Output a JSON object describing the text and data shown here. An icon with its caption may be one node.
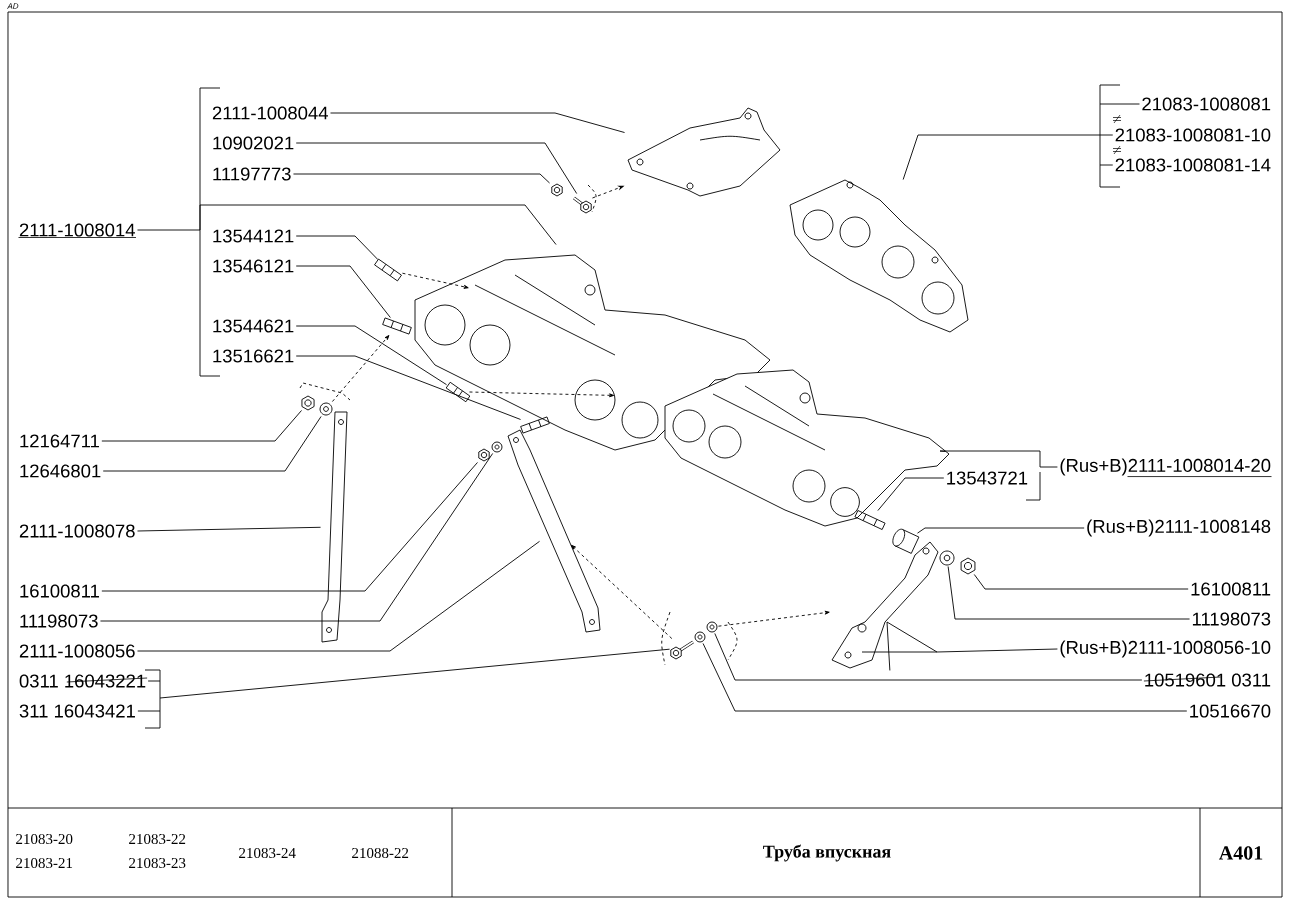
{
  "diagram": {
    "nodes": [
      {
        "text": [
          "2111-1008044"
        ]
      },
      {
        "text": [
          "10902021"
        ]
      },
      {
        "text": [
          "11197773"
        ]
      },
      {
        "text": [
          "2111-1008014"
        ]
      },
      {
        "text": [
          "13544121"
        ]
      },
      {
        "text": [
          "13546121"
        ]
      },
      {
        "text": [
          "13544621"
        ]
      },
      {
        "text": [
          "13516621"
        ]
      },
      {
        "text": [
          "12164711"
        ]
      },
      {
        "text": [
          "12646801"
        ]
      },
      {
        "text": [
          "2111-1008078"
        ]
      },
      {
        "text": [
          "16100811"
        ]
      },
      {
        "text": [
          "11198073"
        ]
      },
      {
        "text": [
          "2111-1008056"
        ]
      },
      {
        "text": [
          "0311 16043221"
        ]
      },
      {
        "text": [
          "311 16043421"
        ]
      },
      {
        "text": [
          "21083-1008081"
        ]
      },
      {
        "text": [
          "21083-1008081-10"
        ]
      },
      {
        "text": [
          "21083-1008081-14"
        ]
      },
      {
        "text": [
          "13543721"
        ]
      },
      {
        "text": [
          "(Rus+B)2111-1008014-20"
        ]
      },
      {
        "text": [
          "(Rus+B)2111-1008148"
        ]
      },
      {
        "text": [
          "16100811"
        ]
      },
      {
        "text": [
          "11198073"
        ]
      },
      {
        "text": [
          "(Rus+B)2111-1008056-10"
        ]
      },
      {
        "text": [
          "10519601 0311"
        ]
      },
      {
        "text": [
          "10516670"
        ]
      },
      {
        "text": [],
        "shape": "picture"
      },
      {
        "text": [],
        "shape": "picture"
      },
      {
        "text": [],
        "shape": "picture"
      },
      {
        "text": [],
        "shape": "picture"
      },
      {
        "text": [],
        "shape": "picture"
      },
      {
        "text": [],
        "shape": "picture"
      },
      {
        "text": [],
        "shape": "picture"
      },
      {
        "text": [],
        "shape": "picture"
      },
      {
        "text": [],
        "shape": "picture"
      },
      {
        "text": [],
        "shape": "picture"
      },
      {
        "text": [],
        "shape": "picture"
      },
      {
        "text": [],
        "shape": "picture"
      },
      {
        "text": [],
        "shape": "picture"
      },
      {
        "text": [],
        "shape": "picture"
      },
      {
        "text": [],
        "shape": "picture"
      },
      {
        "text": [],
        "shape": "picture"
      },
      {
        "text": [],
        "shape": "picture"
      },
      {
        "text": [],
        "shape": "picture"
      },
      {
        "text": [],
        "shape": "picture"
      },
      {
        "text": [],
        "shape": "picture"
      },
      {
        "text": [],
        "shape": "picture"
      },
      {
        "text": [],
        "shape": "picture"
      },
      {
        "text": [],
        "shape": "picture"
      },
      {
        "text": [],
        "shape": "picture"
      }
    ],
    "edges": [
      {
        "from": 0,
        "to": 27,
        "arrow": "none"
      },
      {
        "from": 1,
        "to": 28,
        "arrow": "none"
      },
      {
        "from": 2,
        "to": 29,
        "arrow": "none"
      },
      {
        "from": 3,
        "to": 30,
        "arrow": "none"
      },
      {
        "from": 4,
        "to": 31,
        "arrow": "none"
      },
      {
        "from": 5,
        "to": 32,
        "arrow": "none"
      },
      {
        "from": 6,
        "to": 33,
        "arrow": "none"
      },
      {
        "from": 7,
        "to": 34,
        "arrow": "none"
      },
      {
        "from": 8,
        "to": 36,
        "arrow": "none"
      },
      {
        "from": 9,
        "to": 37,
        "arrow": "none"
      },
      {
        "from": 10,
        "to": 38,
        "arrow": "none"
      },
      {
        "from": 11,
        "to": 39,
        "arrow": "none"
      },
      {
        "from": 12,
        "to": 40,
        "arrow": "none"
      },
      {
        "from": 13,
        "to": 41,
        "arrow": "none"
      },
      {
        "from": 14,
        "to": 42,
        "arrow": "none"
      },
      {
        "from": 15,
        "to": 42,
        "arrow": "none"
      },
      {
        "from": 16,
        "to": 35,
        "arrow": "none"
      },
      {
        "from": 17,
        "to": 35,
        "arrow": "none"
      },
      {
        "from": 18,
        "to": 35,
        "arrow": "none"
      },
      {
        "from": 19,
        "to": 46,
        "arrow": "none"
      },
      {
        "from": 20,
        "to": 45,
        "arrow": "none"
      },
      {
        "from": 21,
        "to": 47,
        "arrow": "none"
      },
      {
        "from": 22,
        "to": 49,
        "arrow": "none"
      },
      {
        "from": 23,
        "to": 48,
        "arrow": "none"
      },
      {
        "from": 24,
        "to": 50,
        "arrow": "none"
      },
      {
        "from": 25,
        "to": 44,
        "arrow": "none"
      },
      {
        "from": 26,
        "to": 43,
        "arrow": "none"
      },
      {
        "from": 28,
        "to": 27,
        "arrow": "to",
        "style": "dashed"
      },
      {
        "from": 37,
        "to": 32,
        "arrow": "to",
        "style": "dashed"
      },
      {
        "from": 31,
        "to": 30,
        "arrow": "to",
        "style": "dashed"
      },
      {
        "from": 33,
        "to": 30,
        "arrow": "to",
        "style": "dashed"
      },
      {
        "from": 42,
        "to": 41,
        "arrow": "to",
        "style": "dashed"
      },
      {
        "from": 44,
        "to": 50,
        "arrow": "to",
        "style": "dashed"
      }
    ],
    "labels": [
      "AD",
      "21083-20",
      "21083-21",
      "21083-22",
      "21083-23",
      "21083-24",
      "21088-22",
      "Труба впускная",
      "A401"
    ]
  }
}
